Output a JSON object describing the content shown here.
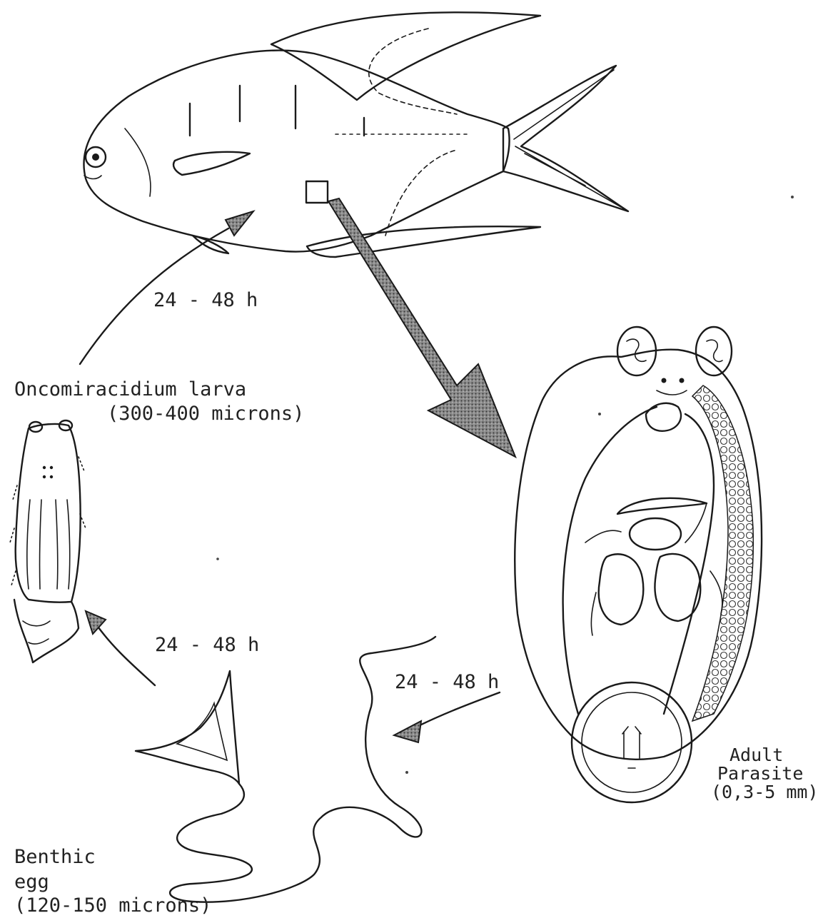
{
  "labels": {
    "time_fish_to_larva": "24 - 48 h",
    "time_egg_to_larva": "24 - 48 h",
    "time_adult_to_egg": "24 - 48 h",
    "larva_name": "Oncomiracidium larva",
    "larva_size": "(300-400 microns)",
    "egg_line1": "Benthic",
    "egg_line2": "egg",
    "egg_size": "(120-150 microns)",
    "adult_line1": "Adult",
    "adult_line2": "Parasite",
    "adult_size": "(0,3-5 mm)"
  },
  "colors": {
    "ink": "#1a1a1a",
    "stipple": "#7a7a7a",
    "background": "#ffffff"
  }
}
